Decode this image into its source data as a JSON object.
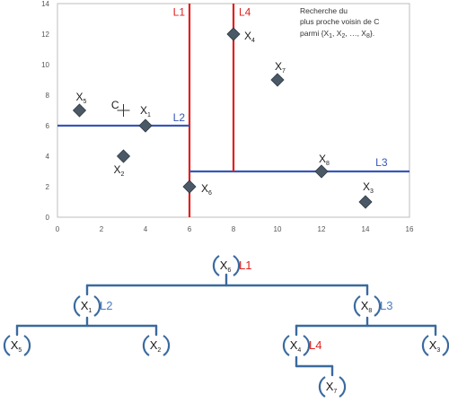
{
  "colors": {
    "red_line": "#e02020",
    "blue_line": "#3a55b8",
    "tree_line": "#3a6a9e",
    "tree_label_blue": "#4a7fc1",
    "marker": "#4b5866"
  },
  "caption": {
    "line1": "Recherche du",
    "line2": "plus proche voisin de C",
    "line3_prefix": "parmi {X",
    "sep": ", X",
    "ellipsis": ", …, X",
    "close": "}.",
    "sub1": "1",
    "sub2": "2",
    "sub8": "8"
  },
  "chart_data": {
    "type": "scatter",
    "xlim": [
      0,
      16
    ],
    "ylim": [
      0,
      14
    ],
    "x_ticks": [
      "0",
      "2",
      "4",
      "6",
      "8",
      "10",
      "12",
      "14",
      "16"
    ],
    "y_ticks": [
      "0",
      "2",
      "4",
      "6",
      "8",
      "10",
      "12",
      "14"
    ],
    "points": [
      {
        "name": "X",
        "sub": "1",
        "x": 4,
        "y": 6
      },
      {
        "name": "X",
        "sub": "2",
        "x": 3,
        "y": 4
      },
      {
        "name": "X",
        "sub": "3",
        "x": 14,
        "y": 1
      },
      {
        "name": "X",
        "sub": "4",
        "x": 8,
        "y": 12
      },
      {
        "name": "X",
        "sub": "5",
        "x": 1,
        "y": 7
      },
      {
        "name": "X",
        "sub": "6",
        "x": 6,
        "y": 2
      },
      {
        "name": "X",
        "sub": "7",
        "x": 10,
        "y": 9
      },
      {
        "name": "X",
        "sub": "8",
        "x": 12,
        "y": 3
      }
    ],
    "query_point": {
      "name": "C",
      "x": 3,
      "y": 7
    },
    "split_lines": [
      {
        "name": "L1",
        "orientation": "vertical",
        "at": 6,
        "from": 0,
        "to": 14,
        "color": "red"
      },
      {
        "name": "L2",
        "orientation": "horizontal",
        "at": 6,
        "from": 0,
        "to": 6,
        "color": "blue"
      },
      {
        "name": "L3",
        "orientation": "horizontal",
        "at": 3,
        "from": 6,
        "to": 16,
        "color": "blue"
      },
      {
        "name": "L4",
        "orientation": "vertical",
        "at": 8,
        "from": 3,
        "to": 14,
        "color": "red"
      }
    ]
  },
  "tree": {
    "nodes": [
      {
        "id": "n6",
        "label": "X",
        "sub": "6",
        "split": "L1",
        "split_color": "red"
      },
      {
        "id": "n1",
        "label": "X",
        "sub": "1",
        "split": "L2",
        "split_color": "blue"
      },
      {
        "id": "n8",
        "label": "X",
        "sub": "8",
        "split": "L3",
        "split_color": "blue"
      },
      {
        "id": "n5",
        "label": "X",
        "sub": "5",
        "split": "",
        "split_color": ""
      },
      {
        "id": "n2",
        "label": "X",
        "sub": "2",
        "split": "",
        "split_color": ""
      },
      {
        "id": "n4",
        "label": "X",
        "sub": "4",
        "split": "L4",
        "split_color": "red"
      },
      {
        "id": "n3",
        "label": "X",
        "sub": "3",
        "split": "",
        "split_color": ""
      },
      {
        "id": "n7",
        "label": "X",
        "sub": "7",
        "split": "",
        "split_color": ""
      }
    ]
  }
}
